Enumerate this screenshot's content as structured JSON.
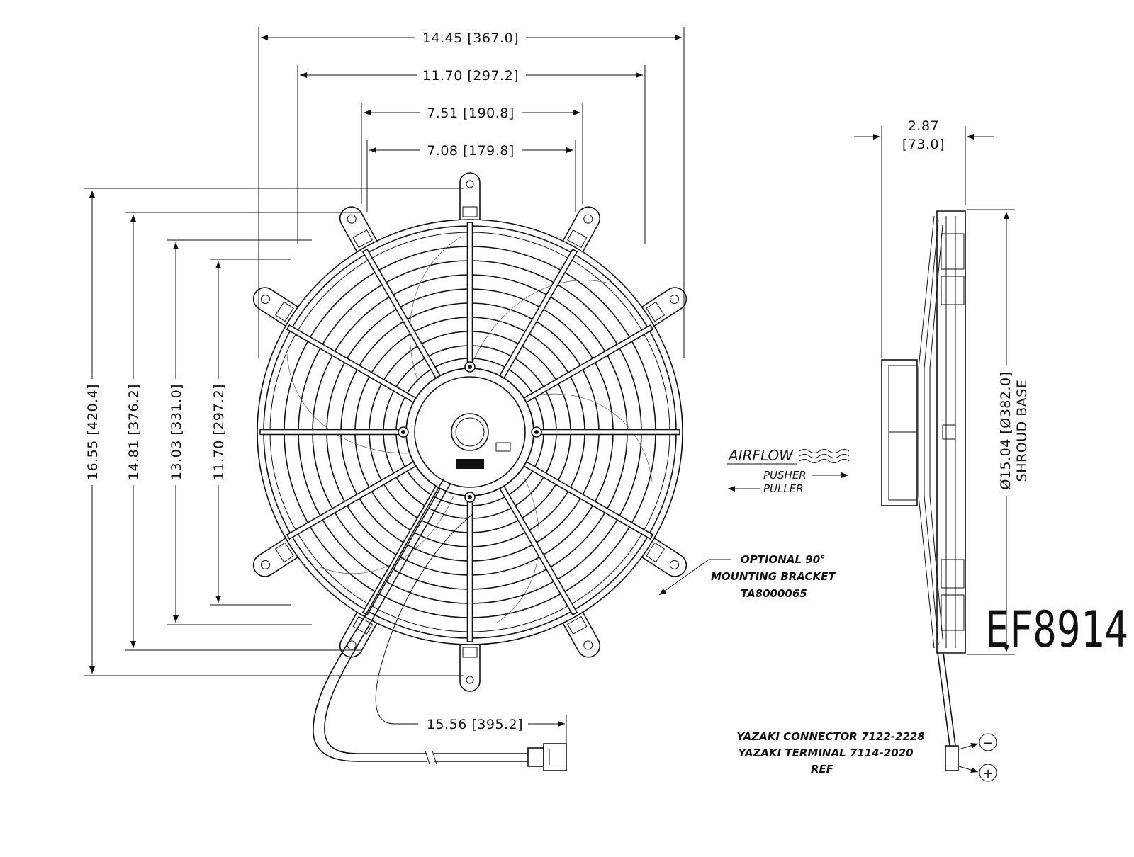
{
  "part_number": "EF8914",
  "front_view": {
    "horizontal_dims": [
      {
        "label": "14.45 [367.0]"
      },
      {
        "label": "11.70 [297.2]"
      },
      {
        "label": "7.51 [190.8]"
      },
      {
        "label": "7.08 [179.8]"
      }
    ],
    "vertical_dims": [
      {
        "label": "16.55 [420.4]"
      },
      {
        "label": "14.81 [376.2]"
      },
      {
        "label": "13.03 [331.0]"
      },
      {
        "label": "11.70 [297.2]"
      }
    ],
    "lead_dim": "15.56 [395.2]"
  },
  "side_view": {
    "depth_top": "2.87",
    "depth_bottom": "[73.0]",
    "shroud_dim": "Ø15.04 [Ø382.0]",
    "shroud_label": "SHROUD BASE"
  },
  "airflow": {
    "title": "AIRFLOW",
    "pusher": "PUSHER",
    "puller": "PULLER"
  },
  "bracket_note": [
    "OPTIONAL 90°",
    "MOUNTING BRACKET",
    "TA8000065"
  ],
  "connector_note": [
    "YAZAKI CONNECTOR 7122-2228",
    "YAZAKI TERMINAL 7114-2020",
    "REF"
  ],
  "terminals": {
    "negative": "−",
    "positive": "+"
  }
}
